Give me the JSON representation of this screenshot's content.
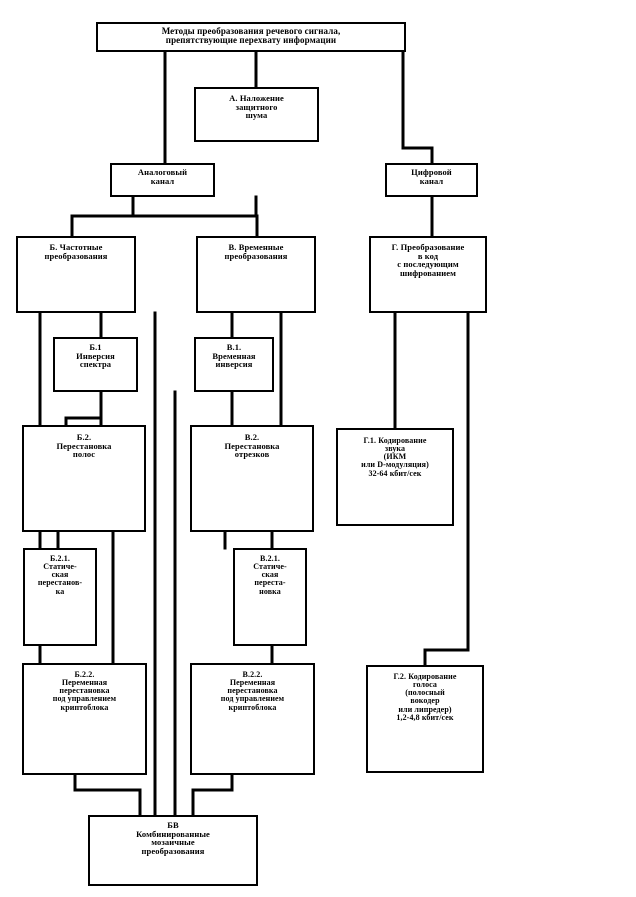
{
  "diagram": {
    "title_node": {
      "name": "root",
      "lines": [
        "Методы преобразования речевого сигнала,",
        "препятствующие перехвату информации"
      ]
    },
    "colors": {
      "background": "#ffffff",
      "border": "#000000",
      "text": "#000000",
      "connector": "#000000"
    },
    "nodes": [
      {
        "id": "root",
        "label": "Методы преобразования речевого сигнала, препятствующие перехвату информации",
        "lines": [
          "Методы преобразования речевого сигнала,",
          "препятствующие перехвату информации"
        ]
      },
      {
        "id": "A",
        "label": "А. Наложение защитного шума",
        "lines": [
          "А. Наложение",
          "защитного",
          "шума"
        ]
      },
      {
        "id": "analog",
        "label": "Аналоговый канал",
        "lines": [
          "Аналоговый",
          "канал"
        ]
      },
      {
        "id": "digital",
        "label": "Цифровой канал",
        "lines": [
          "Цифровой",
          "канал"
        ]
      },
      {
        "id": "B",
        "label": "Б. Частотные преобразования",
        "lines": [
          "Б. Частотные",
          "преобразования"
        ]
      },
      {
        "id": "V",
        "label": "В. Временные преобразования",
        "lines": [
          "В. Временные",
          "преобразования"
        ]
      },
      {
        "id": "G",
        "label": "Г. Преобразование в код с последующим шифрованием",
        "lines": [
          "Г. Преобразование",
          "в код",
          "с последующим",
          "шифрованием"
        ]
      },
      {
        "id": "B1",
        "label": "Б.1 Инверсия спектра",
        "lines": [
          "Б.1",
          "Инверсия",
          "спектра"
        ]
      },
      {
        "id": "V1",
        "label": "В.1. Временная инверсия",
        "lines": [
          "В.1.",
          "Временная",
          "инверсия"
        ]
      },
      {
        "id": "B2",
        "label": "Б.2. Перестановка полос",
        "lines": [
          "Б.2.",
          "Перестановка",
          "полос"
        ]
      },
      {
        "id": "V2",
        "label": "В.2. Перестановка отрезков",
        "lines": [
          "В.2.",
          "Перестановка",
          "отрезков"
        ]
      },
      {
        "id": "G1",
        "label": "Г.1. Кодирование звука (ИКМ или D-модуляция) 32-64 кбит/сек",
        "lines": [
          "Г.1. Кодирование",
          "звука",
          "(ИКМ",
          "или D-модуляция)",
          "32-64 кбит/сек"
        ]
      },
      {
        "id": "B21",
        "label": "Б.2.1. Статическая перестановка",
        "lines": [
          "Б.2.1.",
          "Статиче-",
          "ская",
          "перестанов-",
          "ка"
        ]
      },
      {
        "id": "V21",
        "label": "В.2.1. Статическая перестановка",
        "lines": [
          "В.2.1.",
          "Статиче-",
          "ская",
          "переста-",
          "новка"
        ]
      },
      {
        "id": "B22",
        "label": "Б.2.2. Переменная перестановка под управлением криптоблока",
        "lines": [
          "Б.2.2.",
          "Переменная",
          "перестановка",
          "под управлением",
          "криптоблока"
        ]
      },
      {
        "id": "V22",
        "label": "В.2.2. Переменная перестановка под управлением криптоблока",
        "lines": [
          "В.2.2.",
          "Переменная",
          "перестановка",
          "под управлением",
          "криптоблока"
        ]
      },
      {
        "id": "G2",
        "label": "Г.2. Кодирование голоса (полосный вокодер или липредер) 1,2-4,8 кбит/сек",
        "lines": [
          "Г.2. Кодирование",
          "голоса",
          "(полосный",
          "вокодер",
          "или липредер)",
          "1,2-4,8 кбит/сек"
        ]
      },
      {
        "id": "BV",
        "label": "БВ Комбинированные мозаичные преобразования",
        "lines": [
          "БВ",
          "Комбинированные",
          "мозаичные",
          "преобразования"
        ]
      }
    ],
    "edges": [
      {
        "from": "root",
        "to": "A"
      },
      {
        "from": "root",
        "to": "analog"
      },
      {
        "from": "root",
        "to": "digital"
      },
      {
        "from": "analog",
        "to": "B"
      },
      {
        "from": "analog",
        "to": "V"
      },
      {
        "from": "digital",
        "to": "G"
      },
      {
        "from": "B",
        "to": "B1"
      },
      {
        "from": "B",
        "to": "B2"
      },
      {
        "from": "B",
        "to": "BV"
      },
      {
        "from": "B1",
        "to": "B2"
      },
      {
        "from": "B1",
        "to": "BV"
      },
      {
        "from": "V",
        "to": "V1"
      },
      {
        "from": "V",
        "to": "BV"
      },
      {
        "from": "V1",
        "to": "V2"
      },
      {
        "from": "V1",
        "to": "BV"
      },
      {
        "from": "B2",
        "to": "B21"
      },
      {
        "from": "B2",
        "to": "B22"
      },
      {
        "from": "V2",
        "to": "V21"
      },
      {
        "from": "V2",
        "to": "V22"
      },
      {
        "from": "B22",
        "to": "BV"
      },
      {
        "from": "V22",
        "to": "BV"
      },
      {
        "from": "G",
        "to": "G1"
      },
      {
        "from": "G",
        "to": "G2"
      }
    ]
  }
}
